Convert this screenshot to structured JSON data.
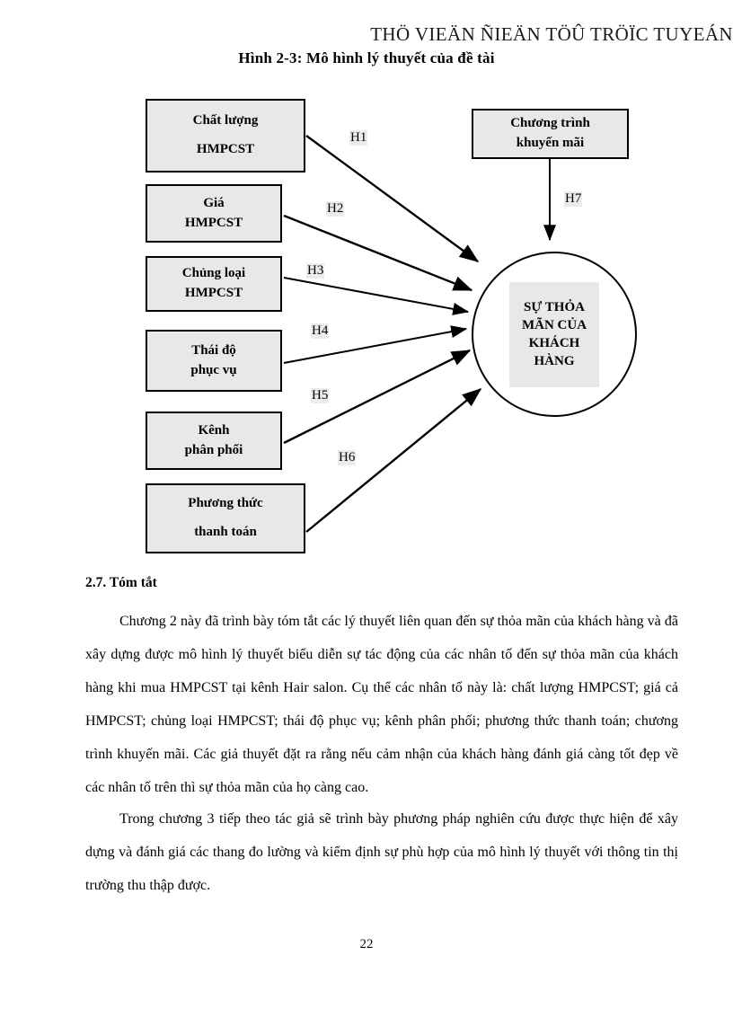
{
  "watermark": {
    "text": "THÖ VIEÄN ÑIEÄN TÖÛ TRÖÏC TUYEÁN"
  },
  "figure": {
    "caption": "Hình 2-3: Mô hình lý thuyết của đề tài",
    "colors": {
      "box_fill": "#e8e8e8",
      "box_border": "#000000",
      "ellipse_fill": "#ffffff",
      "label_bg": "#ebebeb",
      "ink": "#000000"
    },
    "nodes": [
      {
        "id": "chat-luong",
        "line1": "Chất lượng",
        "line2": "HMPCST"
      },
      {
        "id": "gia",
        "line1": "Giá",
        "line2": "HMPCST"
      },
      {
        "id": "chung-loai",
        "line1": "Chủng loại",
        "line2": "HMPCST"
      },
      {
        "id": "thai-do",
        "line1": "Thái độ",
        "line2": "phục vụ"
      },
      {
        "id": "kenh-phan-phoi",
        "line1": "Kênh",
        "line2": "phân phối"
      },
      {
        "id": "phuong-thuc",
        "line1": "Phương thức",
        "line2": "thanh toán"
      },
      {
        "id": "chuong-trinh",
        "line1": "Chương trình",
        "line2": "khuyến mãi"
      }
    ],
    "outcome": {
      "id": "su-thoa-man",
      "line1": "SỰ THỎA",
      "line2": "MÃN CỦA",
      "line3": "KHÁCH",
      "line4": "HÀNG"
    },
    "edges": [
      {
        "id": "h1",
        "label": "H1",
        "from": "chat-luong",
        "to": "su-thoa-man"
      },
      {
        "id": "h2",
        "label": "H2",
        "from": "gia",
        "to": "su-thoa-man"
      },
      {
        "id": "h3",
        "label": "H3",
        "from": "chung-loai",
        "to": "su-thoa-man"
      },
      {
        "id": "h4",
        "label": "H4",
        "from": "thai-do",
        "to": "su-thoa-man"
      },
      {
        "id": "h5",
        "label": "H5",
        "from": "kenh-phan-phoi",
        "to": "su-thoa-man"
      },
      {
        "id": "h6",
        "label": "H6",
        "from": "phuong-thuc",
        "to": "su-thoa-man"
      },
      {
        "id": "h7",
        "label": "H7",
        "from": "chuong-trinh",
        "to": "su-thoa-man"
      }
    ]
  },
  "body": {
    "section_heading": "2.7. Tóm tắt",
    "paragraph_1": "Chương 2 này đã trình bày tóm tắt các lý thuyết liên quan đến sự thỏa mãn  của khách hàng và đã xây dựng được mô hình lý thuyết biểu diễn sự tác động của các nhân tố  đến sự thỏa mãn của khách hàng khi mua HMPCST tại kênh Hair salon. Cụ thể các nhân tố này là: chất lượng HMPCST; giá cả HMPCST; chủng loại HMPCST; thái độ phục vụ; kênh phân phối; phương thức thanh toán; chương trình khuyến mãi. Các giả thuyết đặt ra rằng nếu cảm nhận của khách hàng đánh giá càng tốt đẹp về các nhân tố trên thì sự thỏa mãn của họ càng cao.",
    "paragraph_2": "Trong chương 3 tiếp theo tác giả sẽ trình bày phương pháp nghiên cứu được thực hiện để xây dựng và đánh giá các thang đo lường và kiểm định sự phù hợp của mô hình lý thuyết với thông tin thị trường thu thập được."
  },
  "page_number": "22"
}
